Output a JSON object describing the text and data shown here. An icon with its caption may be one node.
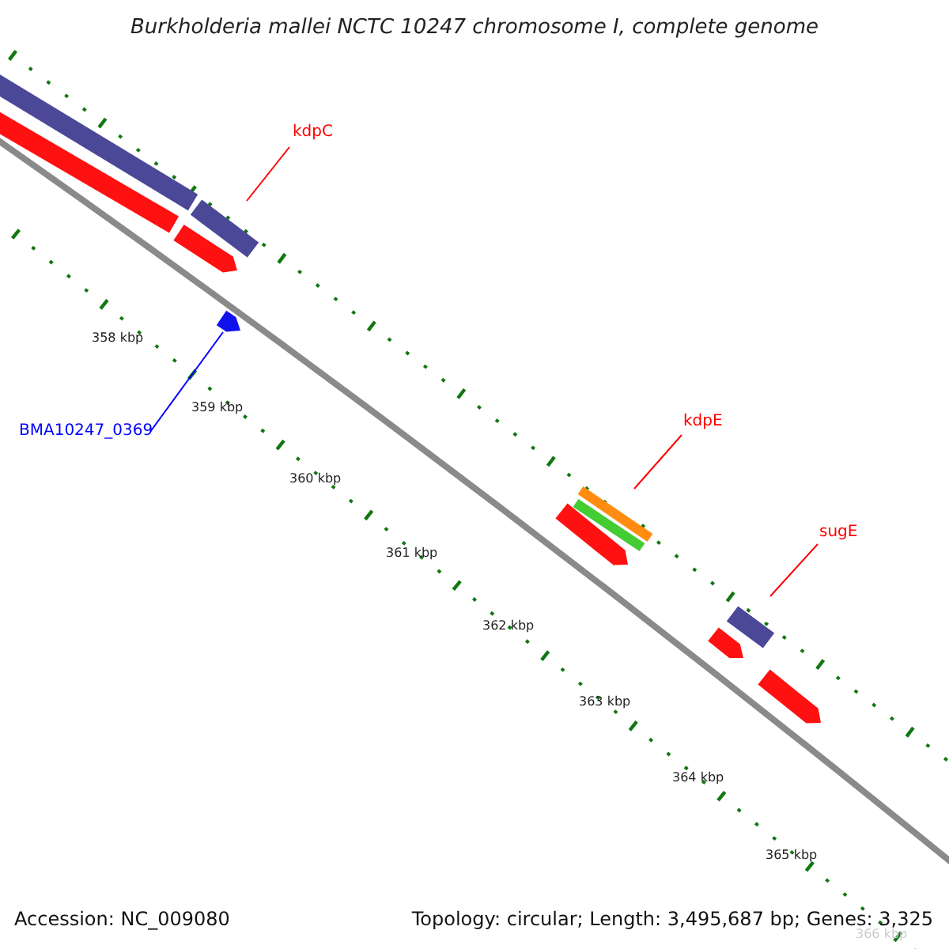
{
  "diagram": {
    "title": "Burkholderia mallei NCTC 10247 chromosome I, complete genome",
    "nodes": [
      {
        "text": [
          "kdpC"
        ]
      },
      {
        "text": [],
        "shape": "bar"
      },
      {
        "text": [
          "BMA10247_0369"
        ]
      },
      {
        "text": [],
        "shape": "bar"
      },
      {
        "text": [
          "kdpE"
        ]
      },
      {
        "text": [],
        "shape": "bar"
      },
      {
        "text": [
          "sugE"
        ]
      },
      {
        "text": [],
        "shape": "bar"
      }
    ],
    "edges": [
      {
        "from": 0,
        "to": 1,
        "arrow": "none"
      },
      {
        "from": 2,
        "to": 3,
        "arrow": "none",
        "color": "#0000ff"
      },
      {
        "from": 4,
        "to": 5,
        "arrow": "none"
      },
      {
        "from": 6,
        "to": 7,
        "arrow": "none"
      }
    ],
    "labels": [
      "358 kbp",
      "359 kbp",
      "360 kbp",
      "361 kbp",
      "362 kbp",
      "363 kbp",
      "364 kbp",
      "365 kbp",
      "366 kbp",
      "Accession: NC_009080",
      "Topology: circular; Length: 3,495,687 bp; Genes: 3,325"
    ]
  }
}
